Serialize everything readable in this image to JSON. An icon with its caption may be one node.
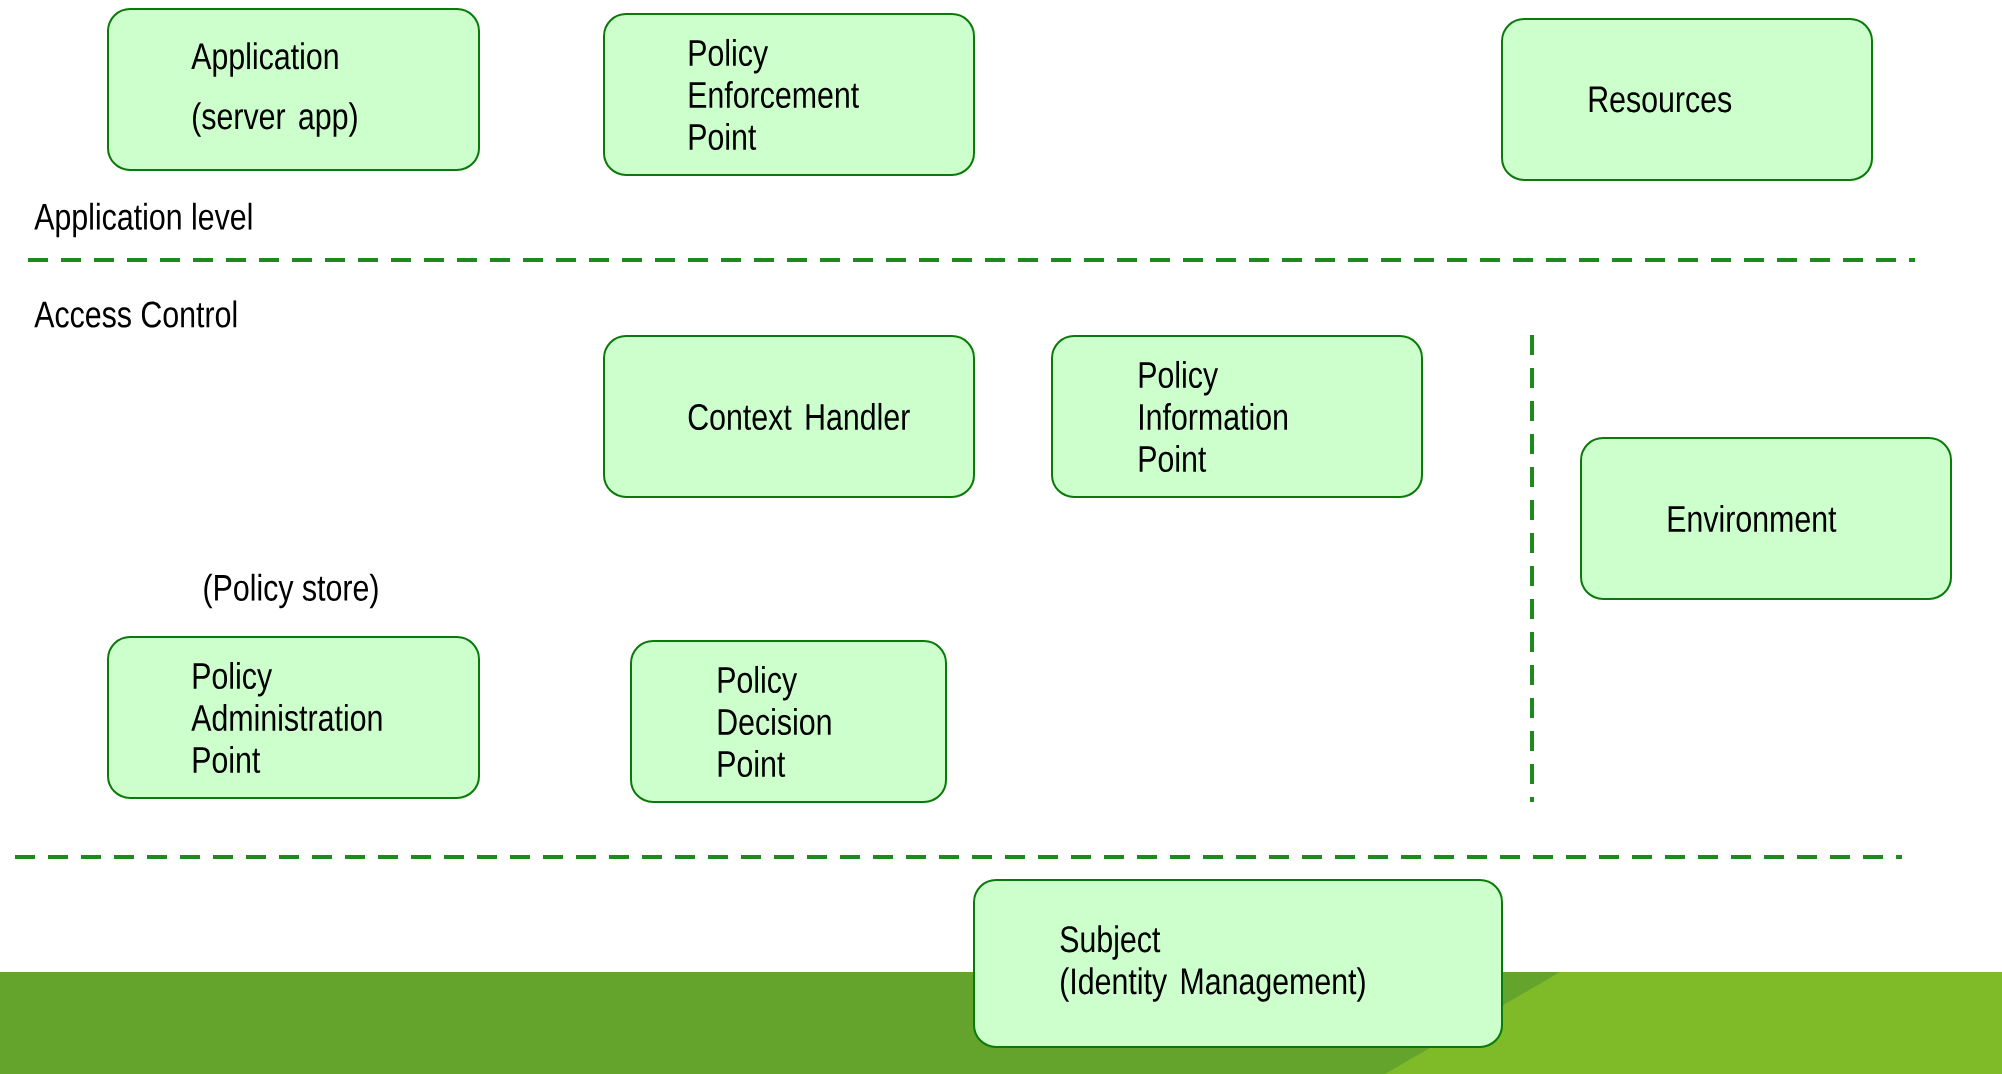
{
  "diagram": {
    "nodes": [
      {
        "text": [
          "Application",
          "(server app)"
        ]
      },
      {
        "text": [
          "Policy Enforcement Point"
        ]
      },
      {
        "text": [
          "Resources"
        ]
      },
      {
        "text": [
          "Context Handler"
        ]
      },
      {
        "text": [
          "Policy Information Point"
        ]
      },
      {
        "text": [
          "Environment"
        ]
      },
      {
        "text": [
          "Policy Administration Point"
        ],
        "beside": [
          "(Policy store)"
        ]
      },
      {
        "text": [
          "Policy Decision Point"
        ]
      },
      {
        "text": [
          "Subject",
          "(Identity Management)"
        ]
      }
    ],
    "labels": [
      "Application level",
      "Access Control"
    ]
  }
}
